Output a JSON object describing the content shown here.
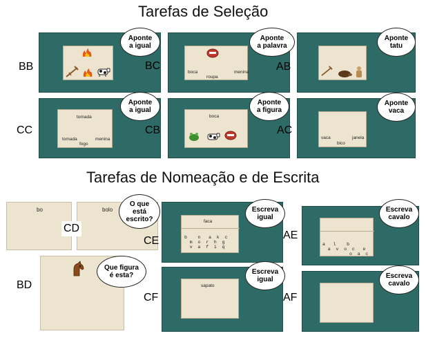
{
  "titles": {
    "selection": "Tarefas de Seleção",
    "naming": "Tarefas de Nomeação e de Escrita"
  },
  "codes": {
    "bb": "BB",
    "bc": "BC",
    "ab": "AB",
    "cc": "CC",
    "cb": "CB",
    "ac": "AC",
    "cd": "CD",
    "bd": "BD",
    "ce": "CE",
    "cf": "CF",
    "ae": "AE",
    "af": "AF"
  },
  "bubbles": {
    "bb": [
      "Aponte",
      "a igual"
    ],
    "bc": [
      "Aponte",
      "a palavra"
    ],
    "ab": [
      "Aponte",
      "tatu"
    ],
    "cc": [
      "Aponte",
      "a igual"
    ],
    "cb": [
      "Aponte",
      "a figura"
    ],
    "ac": [
      "Aponte",
      "vaca"
    ],
    "cd": [
      "O que",
      "está",
      "escrito?"
    ],
    "bd": [
      "Que figura",
      "é esta?"
    ],
    "ce": [
      "Escreva",
      "igual"
    ],
    "cf": [
      "Escreva",
      "igual"
    ],
    "ae": [
      "Escreva",
      "cavalo"
    ],
    "af": [
      "Escreva",
      "cavalo"
    ]
  },
  "words": {
    "bc": [
      "boca",
      "menina",
      "roupa"
    ],
    "cc": [
      "tomada",
      "tomada",
      "menina",
      "fogo"
    ],
    "cb": [
      "boca"
    ],
    "ac": [
      "vaca",
      "janela",
      "bico"
    ],
    "cd": [
      "bo",
      "bolo"
    ],
    "ce": "faca",
    "cf": "sapato"
  },
  "letters": {
    "ce": [
      "b    n   a  k  c",
      "  m  o  r  h  g",
      "  v  a  f  i  q"
    ],
    "ae": [
      "a   l    b",
      "  a  v  o  c   e",
      "          o  a  c"
    ]
  },
  "icons": {
    "bb": [
      "fire-icon",
      "crutch-icon",
      "fire-icon",
      "cow-icon"
    ],
    "bc": [
      "mouth-icon"
    ],
    "ab": [
      "crutch-icon",
      "armadillo-icon",
      "figure-icon"
    ],
    "cb": [
      "frog-icon",
      "cow-icon",
      "mouth-icon"
    ],
    "bd": [
      "horse-icon"
    ]
  },
  "colors": {
    "panel": "#2f6b66",
    "screen": "#ece4cf"
  }
}
